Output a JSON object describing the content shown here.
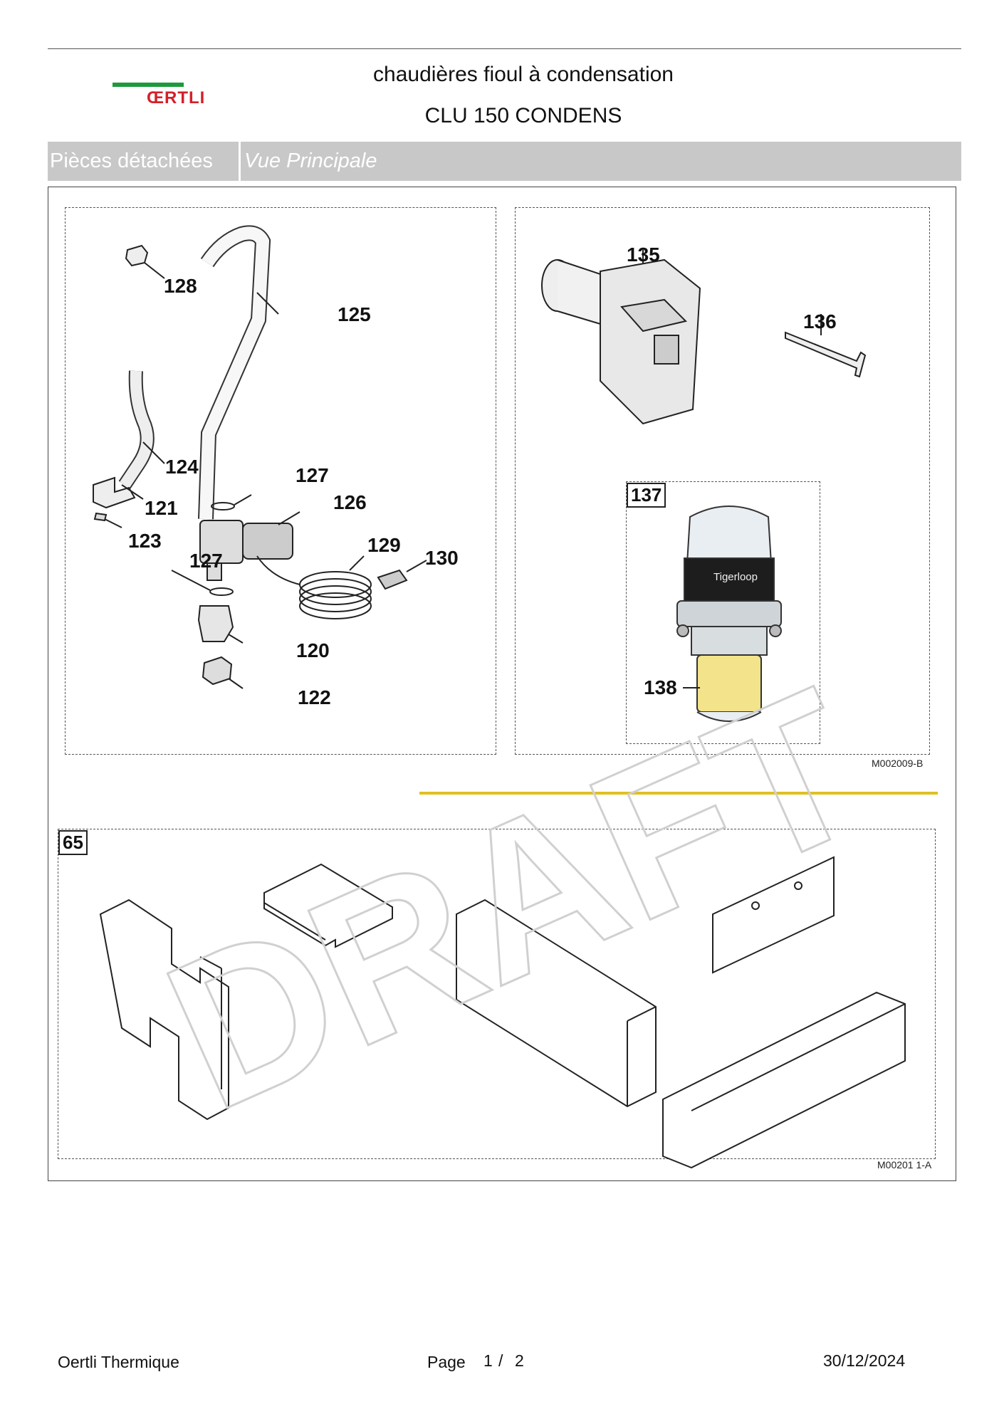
{
  "header": {
    "logo_text": "ŒRTLI",
    "title_line1": "chaudières fioul à condensation",
    "title_line2": "CLU 150 CONDENS"
  },
  "tabs": {
    "section": "Pièces détachées",
    "view": "Vue Principale"
  },
  "diagram_top": {
    "parts_left": [
      "128",
      "125",
      "124",
      "121",
      "123",
      "127",
      "126",
      "129",
      "130",
      "127",
      "120",
      "122"
    ],
    "parts_right": [
      "135",
      "136",
      "137",
      "138"
    ],
    "product_label": "Tigerloop",
    "reference": "M002009-B"
  },
  "diagram_bottom": {
    "box_label": "65",
    "watermark": "DRAFT",
    "reference": "M00201 1-A"
  },
  "footer": {
    "company": "Oertli Thermique",
    "page_label": "Page",
    "page_current": "1",
    "page_separator": "/",
    "page_total": "2",
    "date": "30/12/2024"
  },
  "colors": {
    "logo_green": "#1c9a3c",
    "logo_red": "#d4202a",
    "tab_bg": "#c8c8c8",
    "accent_line": "#e0c020",
    "filter_yellow": "#f3e38a"
  }
}
